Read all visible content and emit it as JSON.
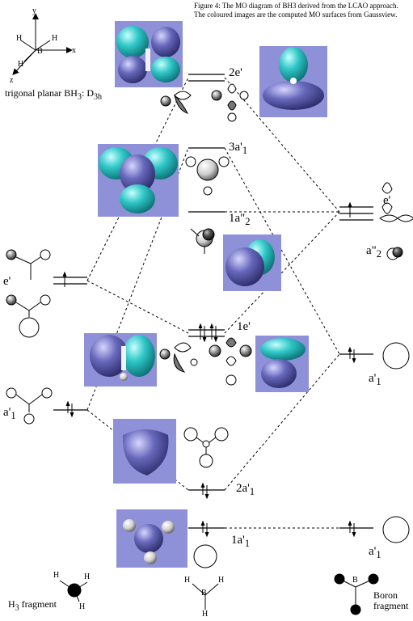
{
  "caption": "Figure 4: The MO diagram of BH3 derived from the LCAO approach. The coloured images are the computed MO surfaces from Gaussview.",
  "axes_labels": {
    "x": "x",
    "y": "y",
    "z": "z",
    "b": "B",
    "h": "H"
  },
  "molecule_label": {
    "text": "trigonal planar BH",
    "sub": "3",
    "mid": ": D",
    "sub2": "3h"
  },
  "levels": {
    "mo_2e": {
      "main": "2e'"
    },
    "mo_3a1": {
      "main": "3a'",
      "sub": "1"
    },
    "mo_1a2": {
      "main": "1a\"",
      "sub": "2"
    },
    "mo_1e": {
      "main": "1e'"
    },
    "mo_2a1": {
      "main": "2a'",
      "sub": "1"
    },
    "mo_1a1": {
      "main": "1a'",
      "sub": "1"
    },
    "h3_e": {
      "main": "e'"
    },
    "h3_a1": {
      "main": "a'",
      "sub": "1"
    },
    "b_e": {
      "main": "e'"
    },
    "b_a2": {
      "main": "a\"",
      "sub": "2"
    },
    "b_a1_2s": {
      "main": "a'",
      "sub": "1"
    },
    "b_a1_low": {
      "main": "a'",
      "sub": "1"
    }
  },
  "fragments": {
    "h3": {
      "text": "H",
      "sub": "3",
      "rest": " fragment"
    },
    "boron": {
      "line1": "Boron",
      "line2": "fragment"
    },
    "bh3_atom_b": "B",
    "bh3_atom_h": "H",
    "boron_atom": "B"
  },
  "colors": {
    "surface_bg": "#8e90d8",
    "lobe_cyan": "#2fc6c6",
    "lobe_purple": "#6666b8",
    "line": "#000000"
  }
}
